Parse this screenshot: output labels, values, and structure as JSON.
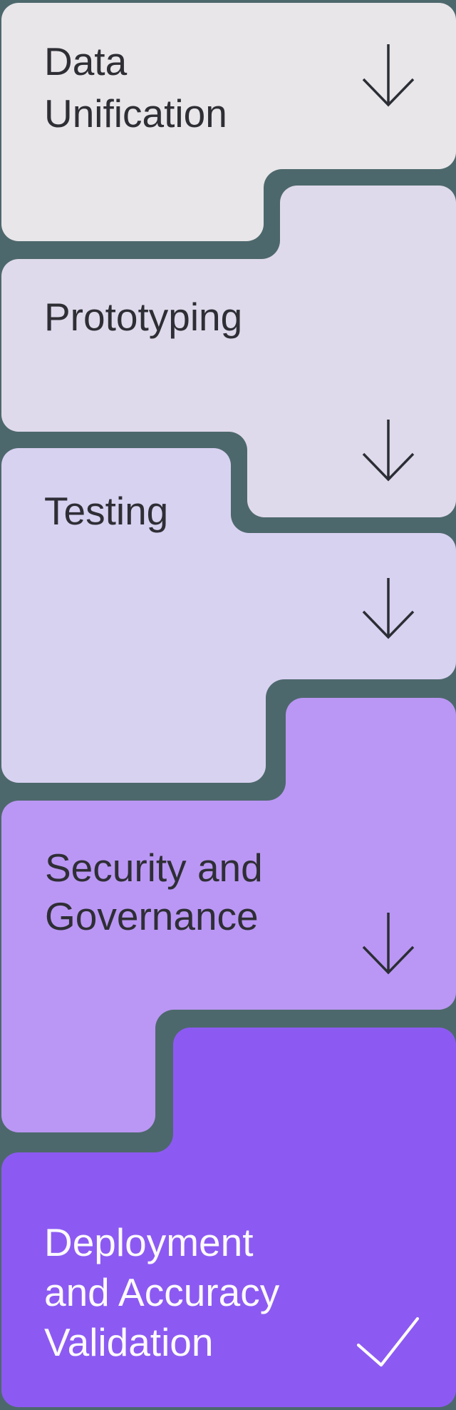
{
  "diagram": {
    "background_color": "#4d686c",
    "arrow_color": "#2b2e35",
    "check_color": "#ffffff",
    "steps": [
      {
        "label": "Data Unification",
        "lines": [
          "Data",
          "Unification"
        ],
        "box_color": "#e8e6e9",
        "text_color": "#2e2e35",
        "marker": "down-arrow"
      },
      {
        "label": "Prototyping",
        "lines": [
          "Prototyping"
        ],
        "box_color": "#dfdaeb",
        "text_color": "#2e2e35",
        "marker": "down-arrow"
      },
      {
        "label": "Testing",
        "lines": [
          "Testing"
        ],
        "box_color": "#d8d2f1",
        "text_color": "#2e2e35",
        "marker": "down-arrow"
      },
      {
        "label": "Security and Governance",
        "lines": [
          "Security and",
          "Governance"
        ],
        "box_color": "#ba97f4",
        "text_color": "#2e2e35",
        "marker": "down-arrow"
      },
      {
        "label": "Deployment and Accuracy Validation",
        "lines": [
          "Deployment",
          "and Accuracy",
          "Validation"
        ],
        "box_color": "#8c5af2",
        "text_color": "#fcfaff",
        "marker": "check"
      }
    ]
  }
}
